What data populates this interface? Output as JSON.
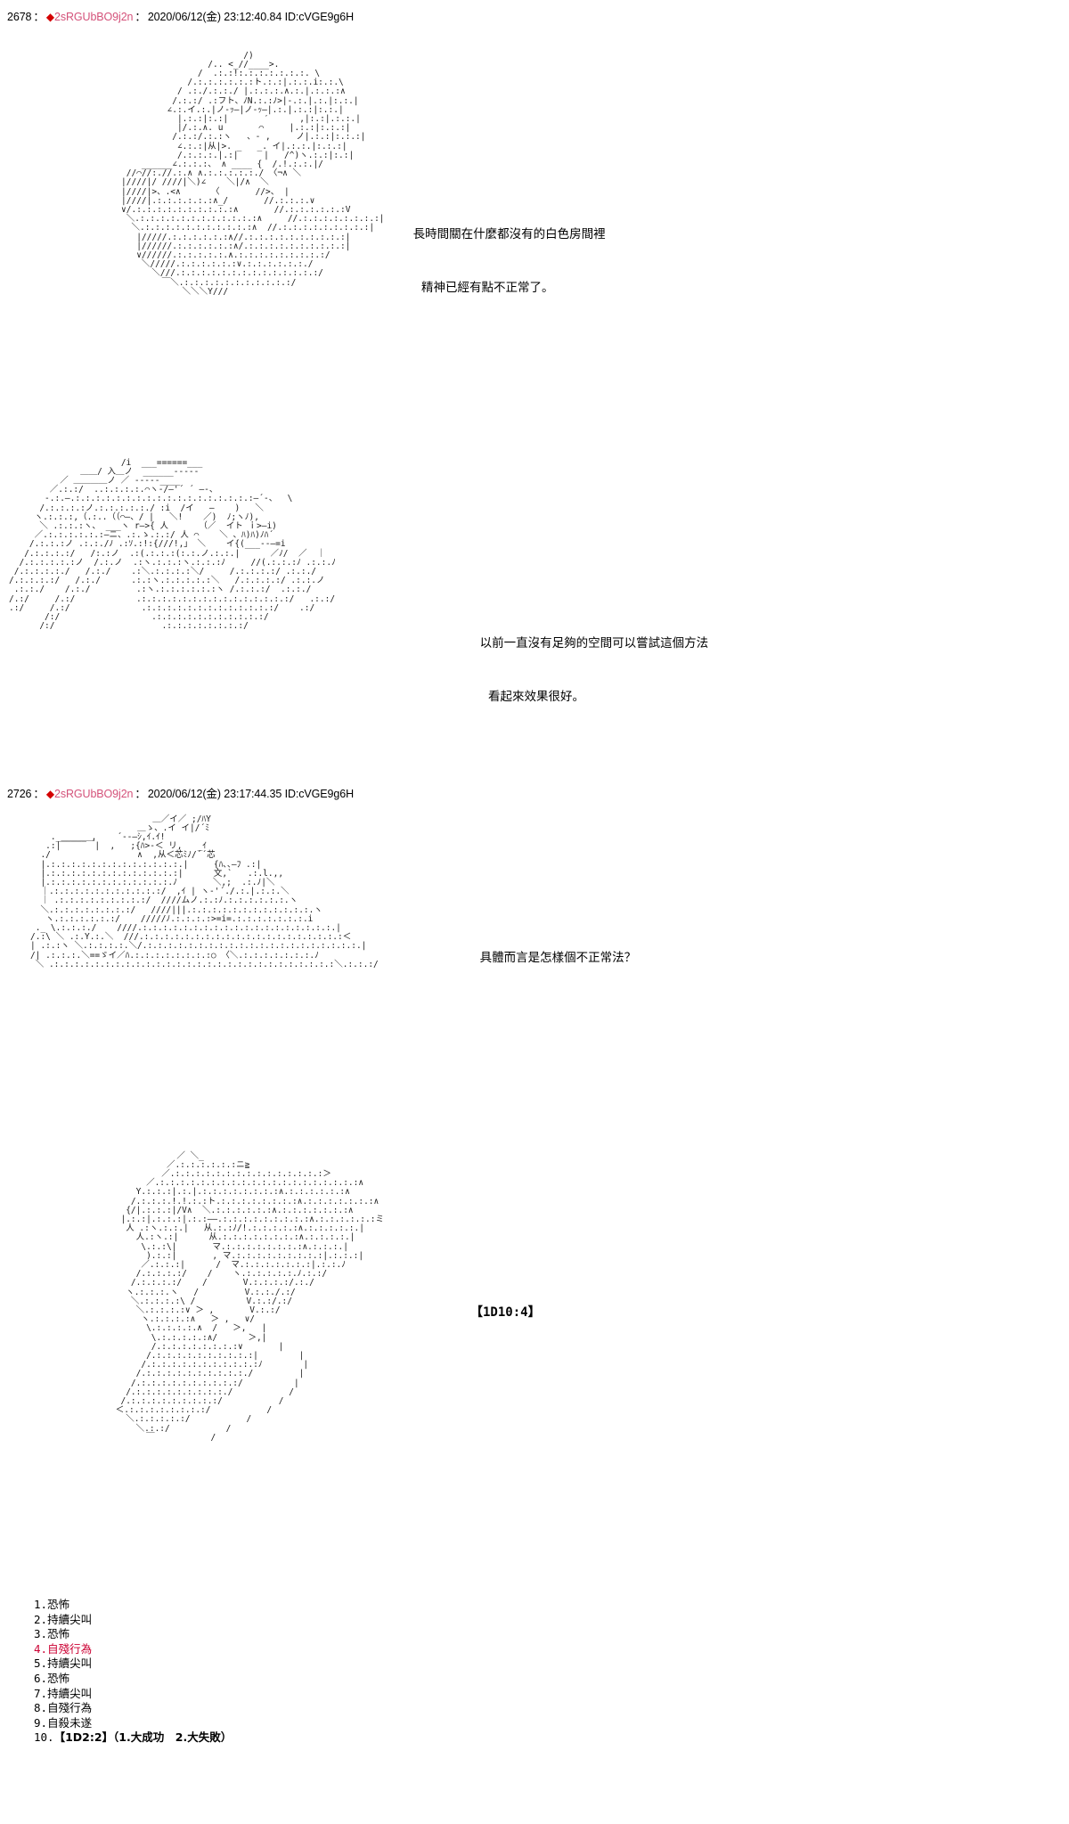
{
  "posts": [
    {
      "number": "2678",
      "diamond": "◆",
      "tripcode": "2sRGUbBO9j2n",
      "date": "2020/06/12(金) 23:12:40.84",
      "id": "ID:cVGE9g6H",
      "separator": "："
    },
    {
      "number": "2726",
      "diamond": "◆",
      "tripcode": "2sRGUbBO9j2n",
      "date": "2020/06/12(金) 23:17:44.35",
      "id": "ID:cVGE9g6H",
      "separator": "："
    }
  ],
  "dialogues": [
    {
      "line1": "長時間關在什麼都沒有的白色房間裡",
      "line2": "精神已經有點不正常了。"
    },
    {
      "line1": "以前一直沒有足夠的空間可以嘗試這個方法",
      "line2": "看起來效果很好。"
    },
    {
      "line1": "具體而言是怎樣個不正常法？",
      "line2": ""
    }
  ],
  "dice": {
    "roll_label": "【1D10:4】"
  },
  "choices": [
    {
      "index": "1.",
      "label": "恐怖",
      "highlight": false
    },
    {
      "index": "2.",
      "label": "持續尖叫",
      "highlight": false
    },
    {
      "index": "3.",
      "label": "恐怖",
      "highlight": false
    },
    {
      "index": "4.",
      "label": "自殘行為",
      "highlight": true
    },
    {
      "index": "5.",
      "label": "持續尖叫",
      "highlight": false
    },
    {
      "index": "6.",
      "label": "恐怖",
      "highlight": false
    },
    {
      "index": "7.",
      "label": "持續尖叫",
      "highlight": false
    },
    {
      "index": "8.",
      "label": "自殘行為",
      "highlight": false
    },
    {
      "index": "9.",
      "label": "自殺未遂",
      "highlight": false
    },
    {
      "index": "10.",
      "label": "【1D2:2】（1.大成功　2.大失敗）",
      "highlight": false
    }
  ],
  "ascii_art": {
    "art1": "                               /)\n                        /.. <_//____>.\n                      /  .:.:!:.:.:.:.:.:.:. \\\n                    /.:.:.:.:.:.:ト.:.:|.:.:.i:.:.\\\n                  / .:./.:.:./ |.:.:.:.∧.:.|.:.:.:∧\n                 /.:.:/ .:フト、ﾉN.:.:ﾉ>|-.:.|.:.|:.:.|\n                ∠.:.イ.:.|ノ-ｯ―|ノ-ｯ―|.:.|.:.:|:.:.|\n                  |.:.:|:.:|       ′      ,|:.:|.:.:.|\n                  |/.:.∧. u       ⌒     |.:.:|:.:.:|\n                 /.:.:/.:.:ヽ   、‐ ,     ノ|.:.:|:.:.:|\n                  ∠.:.:|从|>. _   _. イ|.:.:.|:.:.:|\n                  /.:.:.:.|.:|     |   /^)ヽ.:.:|:.:|\n           ______∠.:.:.:、 ∧ ____ {  /.!.:.:.|/\n        //⌒//:.//.:.∧ ∧.:.:.:.:.:./ 〈¬∧ ＼\n       |////|/ ////|＼)∠    ＼|/∧  ＼\n       |////|>、.<∧      〈       //>、 |\n       |////|.:.:.:.:.:.:∧_/       //.:.:.:.∨\n       ∨/.:.:.:.:.:.:.:.:.:.:∧       //.:.:.:.:.:.:V\n        ＼.:.:.:.:.:.:.:.:.:.:.:.:∧     //.:.:.:.:.:.:.:.:|\n         ＼.:.:.:.:.:.:.:.:.:.:.:∧  //.:.:.:.:.:.:.:.:.:|\n          |/////.:.:.:.:.:.:∧//.:.:.:.:.:.:.:.:.:.:|\n          |//////.:.:.:.:.:.:∧/.:.:.:.:.:.:.:.:.:.:|\n          ∨//////.:.:.:.:.:.∧.:.:.:.:.:.:.:.:.:/\n           ＼/////.:.:.:.:.:.:∨.:.:.:.:.:.:./\n             ＼///.:.:.:.:.:.:.:.:.:.:.:.:.:.:/\n               ￣＼.:.:.:.:.:.:.:.:.:.:.:/\n                   ＼＼＼Y///",
    "art2": "                      /i  ___======___\n              ＿＿/ 入＿ノ  ______-----\n          ／ ＿＿＿＿ノ ／ -----____\n        ／.:.:/  ..:.:.:.:.⌒ヽ-/―'´ ´ ―-、\n       -.:.―.:.:.:.:.:.:.:.:.:.:.:.:.:.:.:.:.:.:―´-、  \\\n      /.:.:.:.:ノ.:.:.:.:.:./ :i  /イ   ―    )   ＼\n     ヽ.:.:.:,（.:..（（⌒―、/ |   ＼!    ／)  ﾉ;ヽﾉ),\n      ＼ .:.:.:ヽ、 ___ヽ r―>{ 人      （／  イト ｉ>―i)\n     ／.:.:.:.:.:.:―ニ、.:.ゝ.:.:/ 人 ⌒    ＼ 、ﾊ)ﾊ)ﾉﾊ´\n    /.:.:.:ノ .:.:./ﾉ .:ｿ.:!:{///!,」 ＼    イ{(___--―=i\n   /.:.:.:.:/   /:.:ノ  .:(.:.:.:(:.:.ノ.:.:.|      ／ﾉ/  ／  ｜\n  /.:.:.:.:.:ノ  /.:.ノ  .:ヽ.:.:.:ヽ.:.:.:ﾉ     //(.:.:.:ﾉ .:.:.ﾉ\n /.:.:.:.:./   /.:./    .:＼.:.:.:.:＼/     /.:.:.:.:/ .:.:./\n/.:.:.:.:/   /.:./      .:.:ヽ.:.:.:.:.:＼   /.:.:.:.:/ .:.:.ノ\n .:.:./    /.:./         .:ヽ.:.:.:.:.:.:ヽ /.:.:.:/  .:.:./\n/.:/     /.:/            .:.:.:.:.:.:.:.:.:.:.:.:.:.:.:/   .:.:/\n.:/     /.:/              .:.:.:.:.:.:.:.:.:.:.:.:.:/    .:/\n       /:/                  .:.:.:.:.:.:.:.:.:.:.:/\n      /:/                     .:.:.:.:.:.:.:.:/",
    "art3": "                        ＿／イ／ ;/ﾊY\n                     ＿ゝ、.イ イ|/´ﾐ\n    .______ ,    ´--―ｼ,ｲ.ｲ!\n   .:|￣￣￣￣|  ,   ;{ﾊ>-＜ リ,   _ｲ\n  ./                 ∧  ,从＜芯ﾐﾉ/´´芯\n  |.:.:.:.:.:.:.:.:.:.:.:.:.:.|     {ﾊ､､―ﾌ .:|\n  |.:.:.:.:.:.:.:.:.:.:.:.:.:|      文,`   .:.l.,,\n  |.:.:.:.:.:.:.:.:.:.:.:.:.ﾉ       ＼,;  .:.ﾉ|＼\n  ｜.:.:.:.:.:.:.:.:.:.:.:/  ,ｲ | ヽ‐'´./.:.|.:.:.＼\n  ｜ .:.:.:.:.:.:.:.:.:/  ////ムノ.:.:ﾉ.:.:.:.:.:.:.ヽ\n  ＼.:.:.:.:.:.:.:.:/   ////|||.:.:.:.:.:.:.:.:.:.:.:.:.ヽ\n   ヽ.:.:.:.:.:.:/    /////ﾉ.:.:.:.:>=i=.:.:.:.:.:.:.:.i\n ._ \\.:.:.:./    ////.:.:.:.:.:.:.:.:.:.:.:.:.:.:.:.:.:.:.:.|\n/.:\\ ＼ .:.Y.:.＼  ///.:.:.:.:.:.:.:.:.:.:.:.:.:.:.:.:.:.:.:.:＜\n| .:.:ヽ ＼.:.:.:.:.＼/.:.:.:.:.:.:.:.:.:.:.:.:.:.:.:.:.:.:.:.:.:.|\n/| .:.:.:.＼==ゞイ／ﾊ.:.:.:.:.:.:.:.:○ 〈＼.:.:.:.:.:.:.:.ﾉ\n ＼ .:.:.:.:.:.:.:.:.:.:.:.:.:.:.:.:.:.:.:.:.:.:.:.:.:.:.:.:＼.:.:.:/",
    "art4": "                    ／ ＼_\n                  ／.:.:.:.:.:.:ニ≧\n                 ／.:.:.:.:.:.:.:.:.:.:.:.:.:.:.:＞\n              ／.:.:.:.:.:.:.:.:.:.:.:.:.:.:.:.:.:.:.:.:∧\n            Y.:.:.:|.:.|.:.:.:.:.:.:.:.:∧.:.:.:.:.:.:∧\n           /.:.:.:.!.!.:.:ト.:.:.:.:.:.:.:.:∧.:.:.:.:.:.:.:∧\n          {/|.:.:.:|/V∧  ＼.:.:.:.:.:.:∧.:.:.:.:.:.:.:∧\n         |.:.:|.:.:.:|.:.:――.:.:.:.:.:.:.:.:.:∧.:.:.:.:.:.:ミ\n          人 .:ヽ.:.:.|   从.:.:ﾉ/!.:.:.:.:.:∧.:.:.:.:.:.|\n            人.:ヽ.:|      从.:.:.:.:.:.:.:.:∧.:.:.:.:.|\n             \\.:.:\\|       マ.:.:.:.:.:.:.:.:∧.:.:.:.|\n              ).:.:|       , マ.:.:.:.:.:.:.:.:.:|.:.:.:|\n             ／.:.:.:|      /  マ.:.:.:.:.:.:.:|.:.:.ﾉ\n            /.:.:.:.:/    /    ヽ.:.:.:.:.:.ﾉ.:.:/\n           /.:.:.:.:/    /       V.:.:.:.:/.:./\n          ヽ.:.:.:.ヽ   /         V.:.:./.:/\n           ＼.:.:.:.:\\ /          V.:.:/.:/\n            ＼.:.:.:.:∨ ＞ ,       V.:.:/\n             ヽ.:.:.:.:∧   ＞ ,   ∨/\n              \\.:.:.:.:.∧  /   ＞,   |\n               \\.:.:.:.:.:∧/      ＞,|\n               /.:.:.:.:.:.:.:.:∨       |\n              /.:.:.:.:.:.:.:.:.:.:|        |\n             /.:.:.:.:.:.:.:.:.:.:.:ﾉ        |\n            /.:.:.:.:.:.:.:.:.:.:./         |\n           /.:.:.:.:.:.:.:.:.:.:/          |\n          /.:.:.:.:.:.:.:.:.:./           /\n         /.:.:.:.:.:.:.:.:.:/           /\n        ＜.:.:.:.:.:.:.:.:/           /\n          ＼.:.:.:.:.:/           /\n            ＼.:.:/           /\n              ￣           /"
  }
}
